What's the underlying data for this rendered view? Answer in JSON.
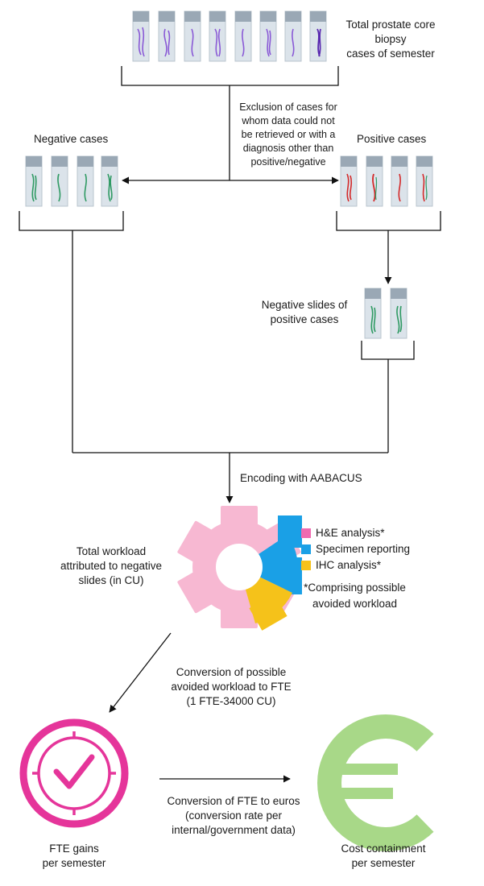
{
  "top": {
    "label_lines": [
      "Total prostate core",
      "biopsy",
      "cases of semester"
    ]
  },
  "exclusion": {
    "lines": [
      "Exclusion of cases for",
      "whom data could not",
      "be retrieved or with a",
      "diagnosis other than",
      "positive/negative"
    ]
  },
  "negative_cases": {
    "label": "Negative cases"
  },
  "positive_cases": {
    "label": "Positive cases"
  },
  "negative_slides": {
    "lines": [
      "Negative slides of",
      "positive cases"
    ]
  },
  "encoding": {
    "label": "Encoding with AABACUS"
  },
  "workload": {
    "lines": [
      "Total workload",
      "attributed to negative",
      "slides (in CU)"
    ]
  },
  "legend": {
    "items": [
      {
        "label": "H&E analysis*",
        "color": "#f06ab0"
      },
      {
        "label": "Specimen reporting",
        "color": "#1aa0e6"
      },
      {
        "label": "IHC analysis*",
        "color": "#f5c21a"
      }
    ],
    "note_lines": [
      "*Comprising possible",
      "avoided workload"
    ]
  },
  "gear_colors": {
    "main": "#f7b8d2",
    "blue": "#1aa0e6",
    "yellow": "#f5c21a"
  },
  "conversion_fte": {
    "lines": [
      "Conversion of possible",
      "avoided workload to FTE",
      "(1 FTE-34000 CU)"
    ]
  },
  "conversion_euros": {
    "lines": [
      "Conversion of FTE to euros",
      "(conversion rate per",
      "internal/government data)"
    ]
  },
  "fte_gains": {
    "lines": [
      "FTE gains",
      "per semester"
    ]
  },
  "cost": {
    "lines": [
      "Cost containment",
      "per semester"
    ]
  },
  "colors": {
    "clock": "#e5359a",
    "euro": "#a8d888",
    "slide_label": "#9aa8b5",
    "slide_body": "#dbe3ea"
  }
}
